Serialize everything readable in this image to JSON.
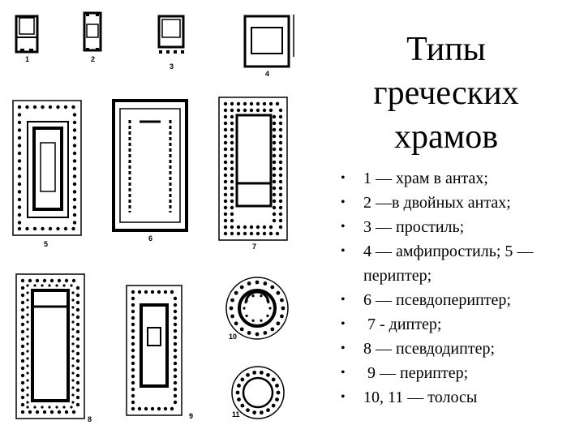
{
  "title": {
    "lines": [
      "Типы",
      "греческих",
      "храмов"
    ]
  },
  "bullets": [
    {
      "text": "1 — храм в антах;"
    },
    {
      "text": "2 —в двойных антах;"
    },
    {
      "text": "3 — простиль;"
    },
    {
      "text": "4 — амфипростиль; 5 — периптер;"
    },
    {
      "text": "6 — псевдопериптер;"
    },
    {
      "text": " 7 - диптер;"
    },
    {
      "text": "8 — псевдодиптер;"
    },
    {
      "text": " 9 — периптер;"
    },
    {
      "text": "10, 11 — толосы"
    }
  ],
  "figure_numbers": [
    "1",
    "2",
    "3",
    "4",
    "5",
    "6",
    "7",
    "8",
    "9",
    "10",
    "11"
  ],
  "colors": {
    "ink": "#000000",
    "paper": "#ffffff"
  }
}
